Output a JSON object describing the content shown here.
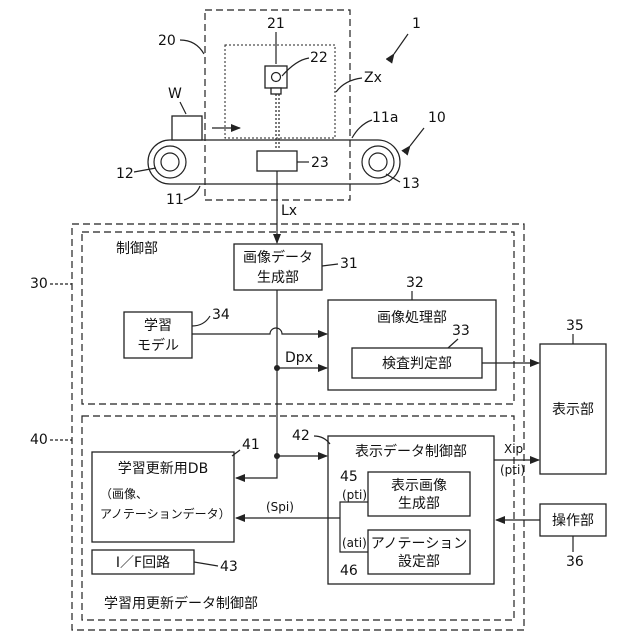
{
  "figure": {
    "refs": {
      "system": "1",
      "conveyor": "10",
      "belt_surface": "11a",
      "belt": "11",
      "roller_left": "12",
      "roller_right": "13",
      "camera_unit": "20",
      "camera": "21",
      "lens": "22",
      "light": "23",
      "control": "30",
      "image_gen": "31",
      "image_proc": "32",
      "judge": "33",
      "model": "34",
      "display": "35",
      "operation": "36",
      "learning": "40",
      "db": "41",
      "display_ctrl": "42",
      "if_circuit": "43",
      "disp_img_gen": "45",
      "anno_set": "46"
    },
    "labels": {
      "workpiece": "W",
      "zx": "Zx",
      "lx": "Lx",
      "dpx": "Dpx",
      "xip": "Xip",
      "pti_out": "(pti)",
      "pti_in": "(pti)",
      "ati": "(ati)",
      "spi": "(Spi)",
      "control_title": "制御部",
      "image_gen_l1": "画像データ",
      "image_gen_l2": "生成部",
      "image_proc_title": "画像処理部",
      "judge": "検査判定部",
      "model_l1": "学習",
      "model_l2": "モデル",
      "display": "表示部",
      "operation": "操作部",
      "display_ctrl_title": "表示データ制御部",
      "disp_img_l1": "表示画像",
      "disp_img_l2": "生成部",
      "anno_l1": "アノテーション",
      "anno_l2": "設定部",
      "db_l1": "学習更新用DB",
      "db_l2": "（画像、",
      "db_l3": "アノテーションデータ）",
      "if_circuit": "I／F回路",
      "learning_title": "学習用更新データ制御部"
    }
  }
}
